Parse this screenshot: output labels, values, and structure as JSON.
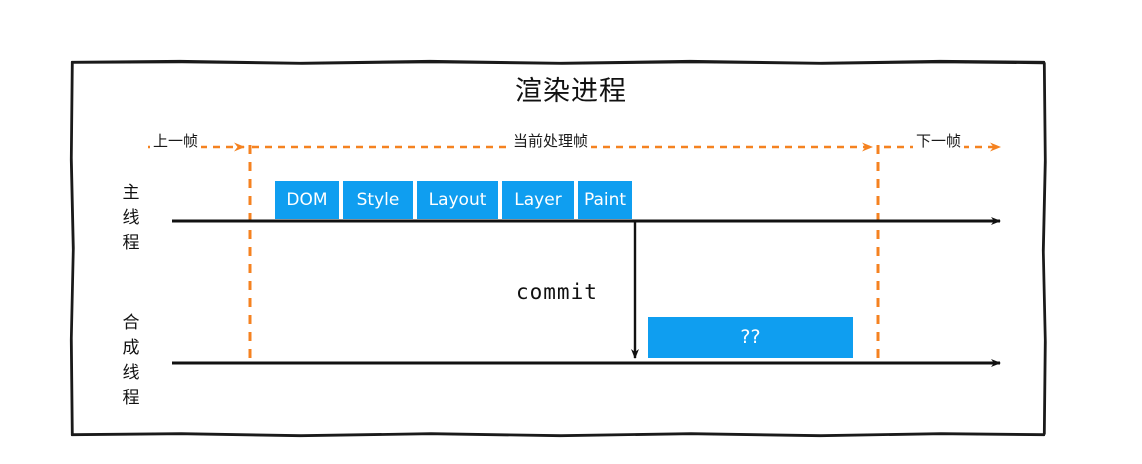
{
  "diagram": {
    "title": "渲染进程",
    "frame_border_color": "#1a1a1a",
    "accent_blue": "#0f9ef0",
    "accent_orange": "#f58220",
    "line_color": "#111111"
  },
  "timeline": {
    "previous_frame_label": "上一帧",
    "current_frame_label": "当前处理帧",
    "next_frame_label": "下一帧"
  },
  "threads": {
    "main": {
      "label": "主线程",
      "stages": [
        {
          "name": "DOM",
          "label": "DOM"
        },
        {
          "name": "Style",
          "label": "Style"
        },
        {
          "name": "Layout",
          "label": "Layout"
        },
        {
          "name": "Layer",
          "label": "Layer"
        },
        {
          "name": "Paint",
          "label": "Paint"
        }
      ]
    },
    "compositor": {
      "label": "合成线程",
      "task_label": "??"
    }
  },
  "transition": {
    "commit_label": "commit"
  }
}
